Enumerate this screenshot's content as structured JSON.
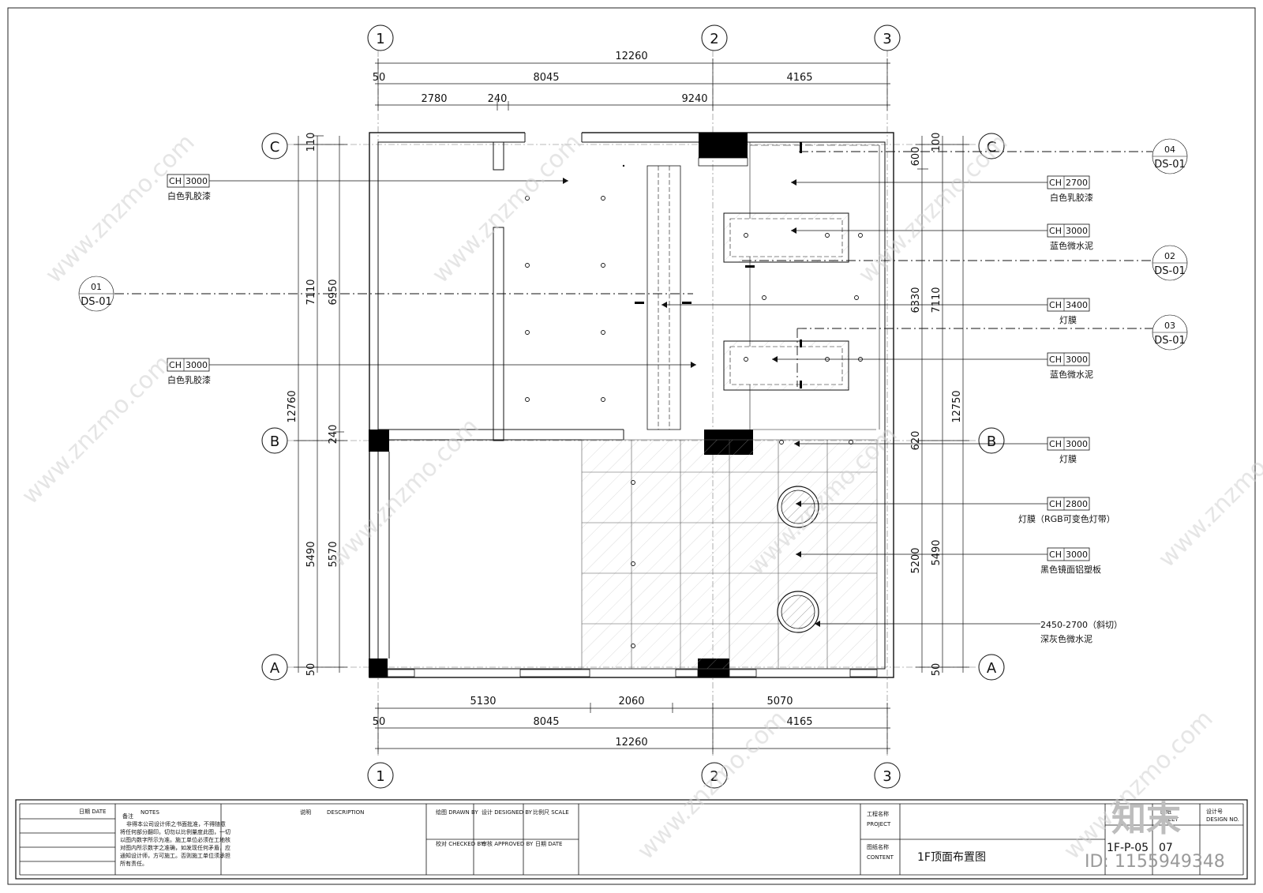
{
  "grid_axes": {
    "columns": [
      "1",
      "2",
      "3"
    ],
    "rows": [
      "A",
      "B",
      "C"
    ]
  },
  "dimensions": {
    "top_total": "12260",
    "top_seg1": "8045",
    "top_seg2": "4165",
    "top_offset": "50",
    "top_inner1": "2780",
    "top_inner2": "240",
    "top_inner3": "9240",
    "bottom_seg1": "5130",
    "bottom_seg2": "2060",
    "bottom_seg3": "5070",
    "bottom_mid1": "8045",
    "bottom_mid2": "4165",
    "bottom_offset": "50",
    "bottom_total": "12260",
    "left_total": "12760",
    "left_upper": "7110",
    "left_upper_inner": "6950",
    "left_110": "110",
    "left_240": "240",
    "left_lower": "5490",
    "left_lower_inner": "5570",
    "left_50": "50",
    "right_total": "12750",
    "right_upper": "7110",
    "right_upper_inner": "6330",
    "right_600": "600",
    "right_100": "100",
    "right_620": "620",
    "right_lower": "5490",
    "right_lower_inner": "5200",
    "right_50": "50"
  },
  "section_markers": [
    {
      "num": "01",
      "sheet": "DS-01"
    },
    {
      "num": "02",
      "sheet": "DS-01"
    },
    {
      "num": "03",
      "sheet": "DS-01"
    },
    {
      "num": "04",
      "sheet": "DS-01"
    }
  ],
  "ceiling_tags_left": [
    {
      "ch": "CH",
      "height": "3000",
      "material": "白色乳胶漆"
    },
    {
      "ch": "CH",
      "height": "3000",
      "material": "白色乳胶漆"
    }
  ],
  "ceiling_tags_right": [
    {
      "ch": "CH",
      "height": "2700",
      "material": "白色乳胶漆"
    },
    {
      "ch": "CH",
      "height": "3000",
      "material": "蓝色微水泥"
    },
    {
      "ch": "CH",
      "height": "3400",
      "material": "灯膜"
    },
    {
      "ch": "CH",
      "height": "3000",
      "material": "蓝色微水泥"
    },
    {
      "ch": "CH",
      "height": "3000",
      "material": "灯膜"
    },
    {
      "ch": "CH",
      "height": "2800",
      "material": "灯膜（RGB可变色灯带）"
    },
    {
      "ch": "CH",
      "height": "3000",
      "material": "黑色镜面铝塑板"
    },
    {
      "ch": "",
      "height": "2450-2700（斜切）",
      "material": "深灰色微水泥"
    }
  ],
  "title_block": {
    "date_label": "日期 DATE",
    "notes_label": "备注",
    "notes_label_en": "NOTES",
    "notes_text": [
      "非得本公司设计师之书面批准，不得随意",
      "将任何部分翻印。切勿以比例量度此图，一切",
      "以图内数字所示为准。施工单位必须在工地核",
      "对图内所示数字之准确，如发现任何矛盾，应",
      "通知设计师，方可施工。否则施工单位须承担",
      "所有责任。"
    ],
    "description_label": "说明",
    "description_label_en": "DESCRIPTION",
    "drawn_by": "绘图 DRAWN BY",
    "designed_by": "设计 DESIGNED BY",
    "scale": "比例尺 SCALE",
    "checked_by": "校对 CHECKED BY",
    "approved_by": "审核 APPROVED BY",
    "date2": "日期 DATE",
    "project_label": "工程名称",
    "project_label_en": "PROJECT",
    "content_label": "图纸名称",
    "content_label_en": "CONTENT",
    "drawing_name": "1F顶面布置图",
    "sheet_label": "图纸",
    "sheet_label_en": "SHEET",
    "design_no_label": "设计号",
    "design_no_label_en": "DESIGN NO.",
    "sheet_no": "1F-P-05",
    "design_no": "07"
  },
  "watermark": {
    "text": "www.znzmo.com",
    "brand": "知末",
    "id": "ID: 1155949348"
  },
  "colors": {
    "line": "#111111",
    "fill_black": "#000000",
    "watermark": "#cfcfcf"
  }
}
